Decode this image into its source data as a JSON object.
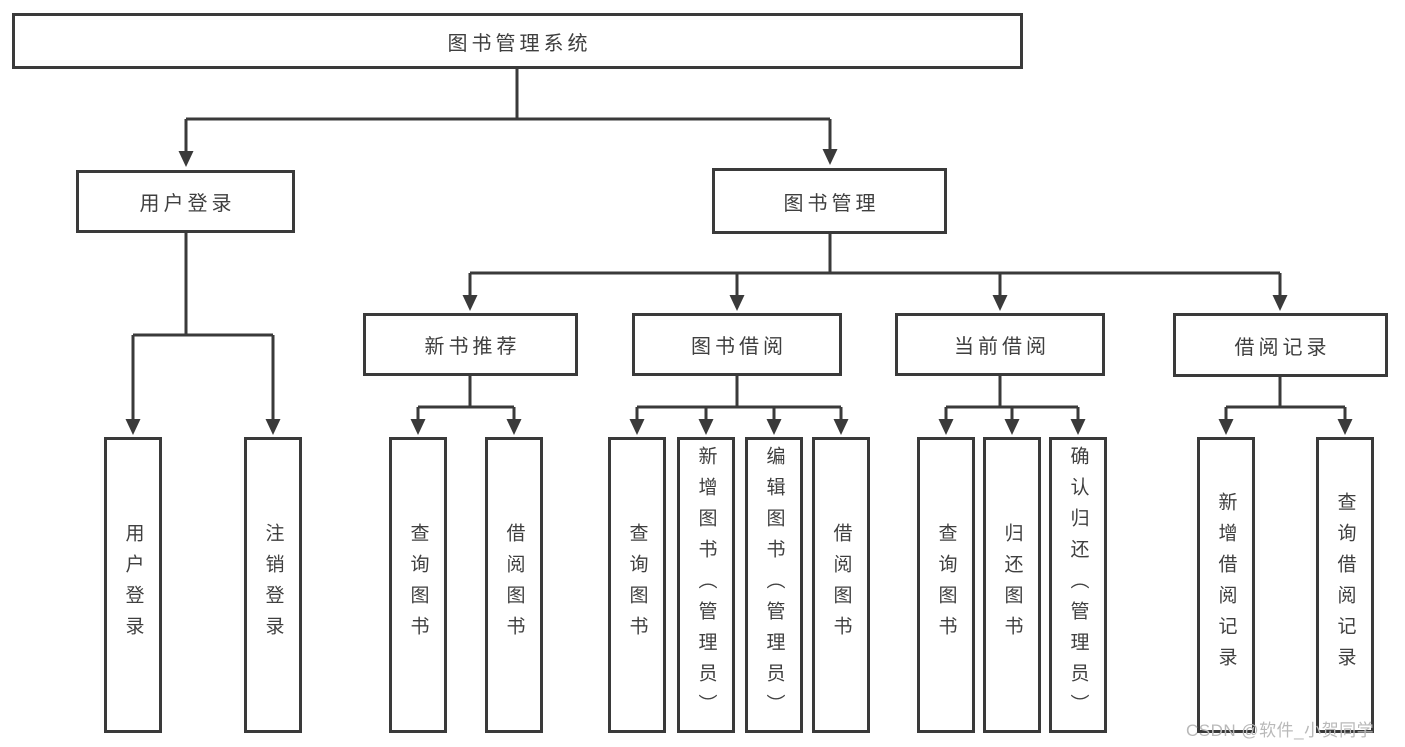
{
  "diagram": {
    "root": {
      "label": "图书管理系统"
    },
    "branches": [
      {
        "label": "用户登录",
        "children": [
          {
            "label": "用户登录"
          },
          {
            "label": "注销登录"
          }
        ]
      },
      {
        "label": "图书管理",
        "sections": [
          {
            "label": "新书推荐",
            "children": [
              {
                "label": "查询图书"
              },
              {
                "label": "借阅图书"
              }
            ]
          },
          {
            "label": "图书借阅",
            "children": [
              {
                "label": "查询图书"
              },
              {
                "label": "新增图书（管理员）"
              },
              {
                "label": "编辑图书（管理员）"
              },
              {
                "label": "借阅图书"
              }
            ]
          },
          {
            "label": "当前借阅",
            "children": [
              {
                "label": "查询图书"
              },
              {
                "label": "归还图书"
              },
              {
                "label": "确认归还（管理员）"
              }
            ]
          },
          {
            "label": "借阅记录",
            "children": [
              {
                "label": "新增借阅记录"
              },
              {
                "label": "查询借阅记录"
              }
            ]
          }
        ]
      }
    ]
  },
  "watermark": {
    "text": "CSDN @软件_小贺同学"
  },
  "colors": {
    "line": "#3a3a3a",
    "text": "#3f3f3f",
    "box_background": "#ffffff",
    "watermark": "#b9b9b9"
  }
}
